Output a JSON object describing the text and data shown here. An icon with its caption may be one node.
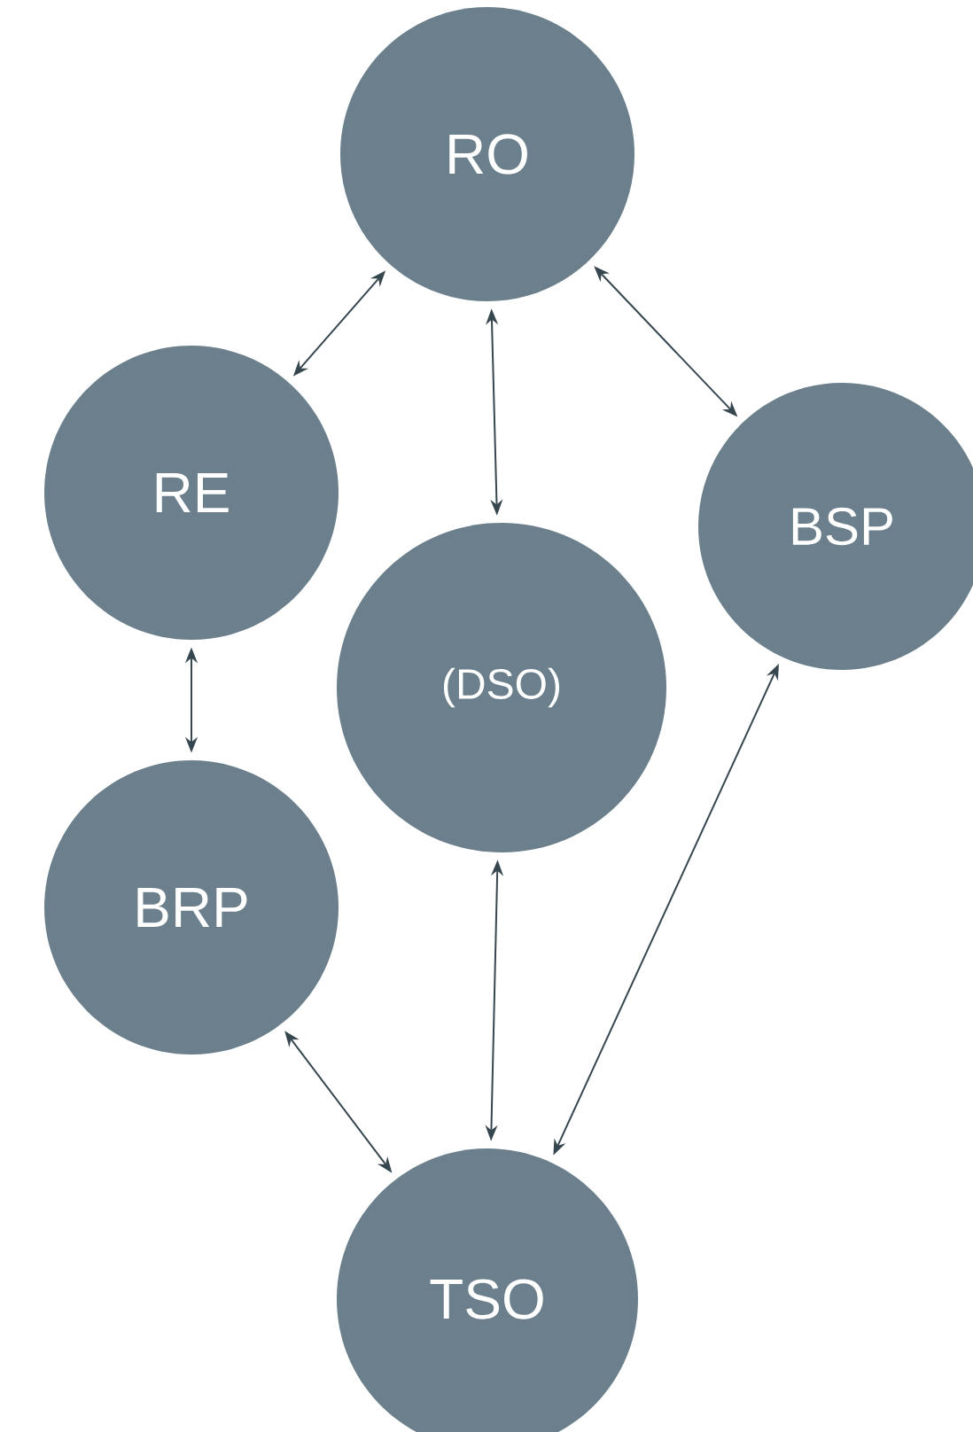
{
  "diagram": {
    "nodes": [
      {
        "text": [
          "RO"
        ]
      },
      {
        "text": [
          "RE"
        ]
      },
      {
        "text": [
          "BSP"
        ]
      },
      {
        "text": [
          "(DSO)"
        ]
      },
      {
        "text": [
          "BRP"
        ]
      },
      {
        "text": [
          "TSO"
        ]
      }
    ],
    "edges": [
      {
        "from": 0,
        "to": 1,
        "arrow": "both"
      },
      {
        "from": 0,
        "to": 3,
        "arrow": "both"
      },
      {
        "from": 0,
        "to": 2,
        "arrow": "both"
      },
      {
        "from": 1,
        "to": 4,
        "arrow": "both"
      },
      {
        "from": 3,
        "to": 5,
        "arrow": "both"
      },
      {
        "from": 4,
        "to": 5,
        "arrow": "both"
      },
      {
        "from": 2,
        "to": 5,
        "arrow": "both"
      }
    ]
  }
}
